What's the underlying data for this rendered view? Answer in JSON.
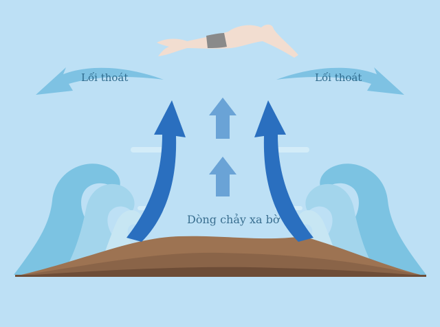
{
  "labels": {
    "exit_left": "Lối thoát",
    "exit_right": "Lối thoát",
    "current": "Dòng chảy xa bờ"
  },
  "colors": {
    "water": "#bde0f5",
    "wave_dark": "#7cc3e2",
    "wave_mid": "#a3d5ec",
    "wave_light": "#c7e6f3",
    "exit_arrow": "#7ec2e3",
    "current_arrow": "#2a6fbf",
    "small_arrow": "#6aa3d6",
    "sand_dark": "#6e4d37",
    "sand_mid": "#8a6448",
    "sand_light": "#9d7352",
    "swimmer_skin": "#f2ddd0",
    "swimsuit": "#8a8a8a"
  },
  "icons": [
    "swimmer-icon",
    "wave-icon",
    "arrow-icon"
  ]
}
